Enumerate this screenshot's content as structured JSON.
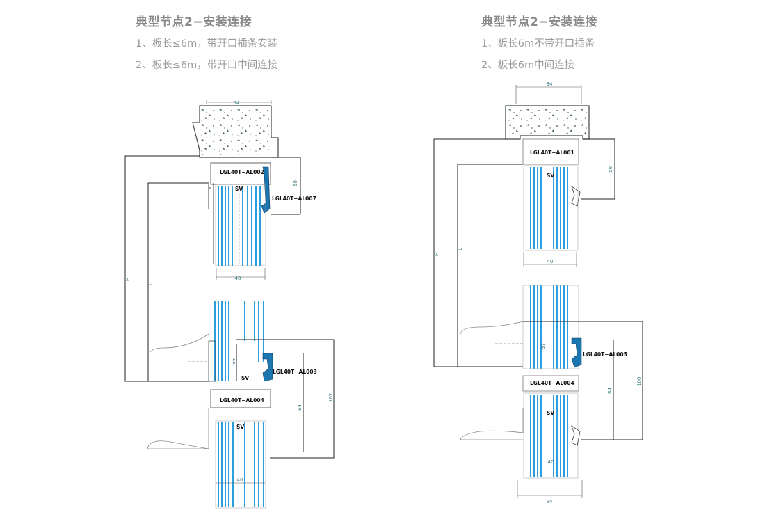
{
  "left_caption": {
    "title": "典型节点2−安装连接",
    "line1": "1、板长≤6m，带开口插条安装",
    "line2": "2、板长≤6m，带开口中间连接"
  },
  "right_caption": {
    "title": "典型节点2−安装连接",
    "line1": "1、板长6m不带开口插条",
    "line2": "2、板长6m中间连接"
  },
  "left_drawing": {
    "part_top": "LGL40T−AL002",
    "part_side": "LGL40T−AL007",
    "part_mid": "LGL40T−AL003",
    "part_bottom": "LGL40T−AL004",
    "sv_top": "SV",
    "sv_mid": "SV",
    "sv_bottom": "SV",
    "dim_54": "54",
    "dim_50": "50",
    "dim_48": "48",
    "dim_37": "37",
    "dim_84": "84",
    "dim_102": "102",
    "dim_40": "40",
    "dim_H": "H",
    "dim_L": "L"
  },
  "right_drawing": {
    "part_top": "LGL40T−AL001",
    "part_mid": "LGL40T−AL005",
    "part_bottom": "LGL40T−AL004",
    "sv_top": "SV",
    "sv_bottom": "SV",
    "dim_34": "34",
    "dim_50": "50",
    "dim_40_top": "40",
    "dim_37": "37",
    "dim_84": "84",
    "dim_100": "100",
    "dim_40_bottom": "40",
    "dim_54": "54",
    "dim_H": "H",
    "dim_L": "L"
  },
  "colors": {
    "caption": "#8c8c8c",
    "glass_blue": "#2a9ee0",
    "line": "#111111",
    "concrete_outline": "#444444"
  }
}
